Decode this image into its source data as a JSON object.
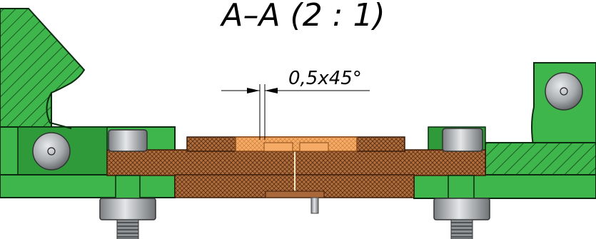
{
  "section_title": "A–A  (2 : 1)",
  "chamfer_callout": "0,5x45°",
  "colors": {
    "frame_green": "#3fb64b",
    "frame_dark": "#1f5e26",
    "cork_brown": "#a8683a",
    "insert_orange": "#f4a45c",
    "bolt_gray": "#9ea1a4",
    "nut_dark": "#5a5c5e",
    "line_black": "#000000"
  },
  "parts": [
    {
      "name": "left-clamp-frame"
    },
    {
      "name": "right-clamp-frame"
    },
    {
      "name": "upper-plate"
    },
    {
      "name": "lower-plate"
    },
    {
      "name": "center-insert"
    },
    {
      "name": "left-bolt"
    },
    {
      "name": "right-bolt"
    }
  ]
}
